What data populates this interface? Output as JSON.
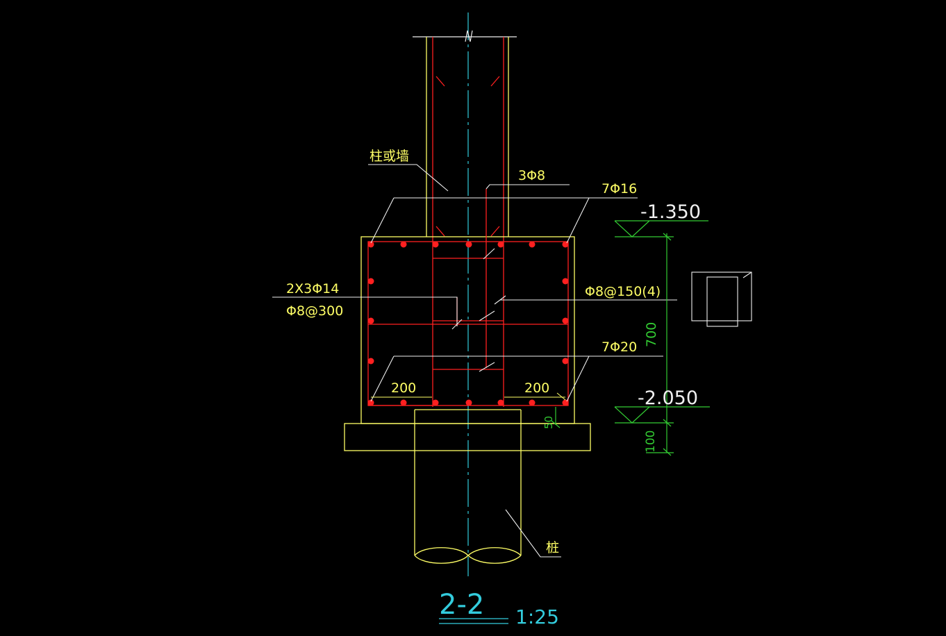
{
  "labels": {
    "column_or_wall": "柱或墙",
    "stirrup_top": "3Φ8",
    "top_bars": "7Φ16",
    "side_bars": "2X3Φ14",
    "tie_bars": "Φ8@300",
    "stirrups": "Φ8@150(4)",
    "bottom_bars": "7Φ20",
    "dim_left": "200",
    "dim_right": "200",
    "cover": "50",
    "pile": "桩",
    "elev_top": "-1.350",
    "elev_bottom": "-2.050",
    "height_dim": "700",
    "pad_dim": "100",
    "section_title": "2-2",
    "scale": "1:25"
  },
  "colors": {
    "background": "#000000",
    "outline": "#ffff66",
    "rebar": "#ff2020",
    "axis": "#33ccdd",
    "leader": "#f0f0f0",
    "dimension": "#33cc33"
  }
}
